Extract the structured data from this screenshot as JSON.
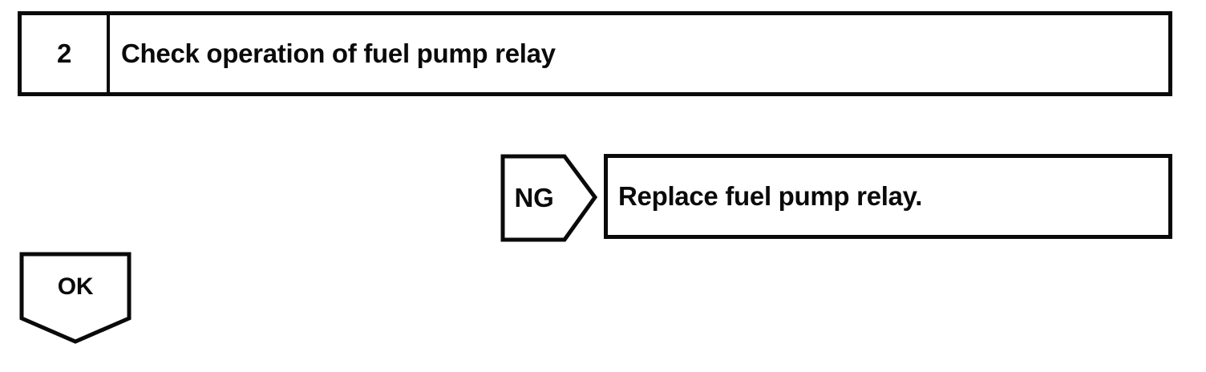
{
  "diagram": {
    "type": "diagnostic-flowchart",
    "step": {
      "number": "2",
      "title": "Check operation of fuel pump relay"
    },
    "branches": {
      "ng": {
        "label": "NG",
        "action": "Replace fuel pump relay."
      },
      "ok": {
        "label": "OK"
      }
    },
    "colors": {
      "line": "#0a0a0a",
      "background": "#ffffff"
    }
  }
}
